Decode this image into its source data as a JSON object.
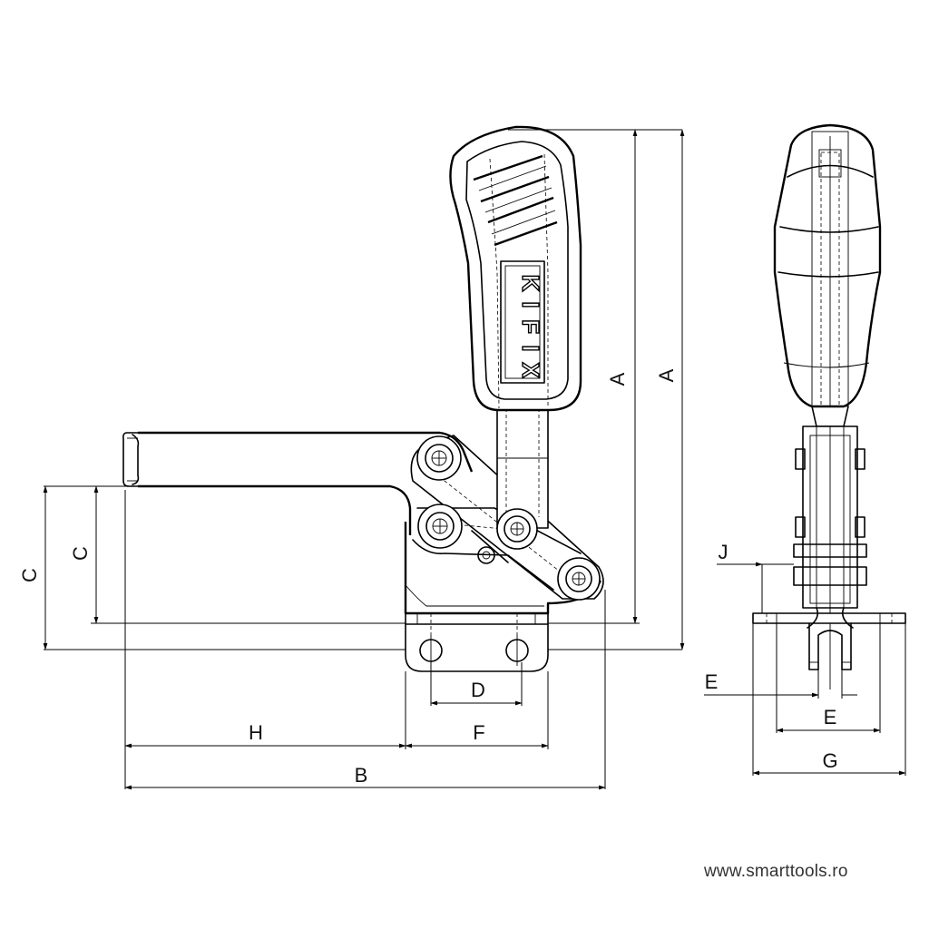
{
  "dimensions": {
    "A_inner": "A",
    "A_outer": "A",
    "B": "B",
    "C_inner": "C",
    "C_outer": "C",
    "D": "D",
    "E_slot": "E",
    "E_width": "E",
    "F": "F",
    "G": "G",
    "H": "H",
    "J": "J"
  },
  "handle_logo": [
    "K",
    "I",
    "F",
    "I",
    "X"
  ],
  "website": "www.smarttools.ro"
}
